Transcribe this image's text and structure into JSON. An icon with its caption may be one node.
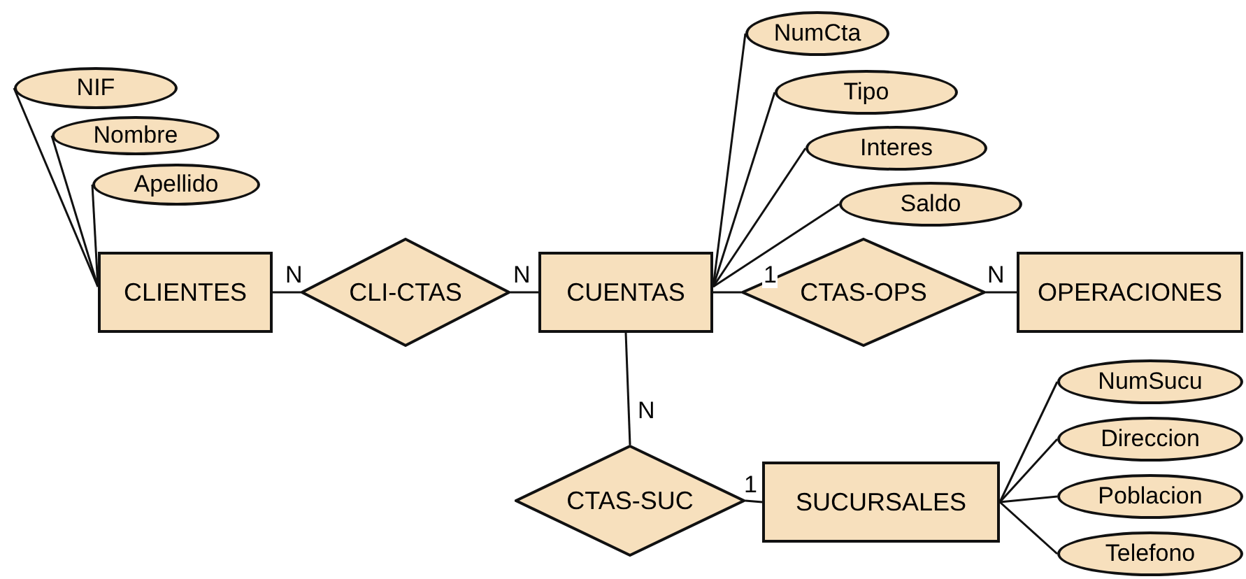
{
  "diagram": {
    "nodes": [
      {
        "text": [
          "NIF"
        ]
      },
      {
        "text": [
          "Nombre"
        ]
      },
      {
        "text": [
          "Apellido"
        ]
      },
      {
        "text": [
          "CLIENTES"
        ]
      },
      {
        "text": [
          "CLI-CTAS"
        ]
      },
      {
        "text": [
          "CUENTAS"
        ]
      },
      {
        "text": [
          "CTAS-OPS"
        ]
      },
      {
        "text": [
          "OPERACIONES"
        ]
      },
      {
        "text": [
          "NumCta"
        ]
      },
      {
        "text": [
          "Tipo"
        ]
      },
      {
        "text": [
          "Interes"
        ]
      },
      {
        "text": [
          "Saldo"
        ]
      },
      {
        "text": [
          "CTAS-SUC"
        ]
      },
      {
        "text": [
          "SUCURSALES"
        ]
      },
      {
        "text": [
          "NumSucu"
        ]
      },
      {
        "text": [
          "Direccion"
        ]
      },
      {
        "text": [
          "Poblacion"
        ]
      },
      {
        "text": [
          "Telefono"
        ]
      }
    ],
    "edges": [
      {
        "from": 3,
        "to": 4,
        "arrow": "none",
        "label": "N"
      },
      {
        "from": 4,
        "to": 5,
        "arrow": "none",
        "label": "N"
      },
      {
        "from": 5,
        "to": 6,
        "arrow": "none",
        "label": "1"
      },
      {
        "from": 6,
        "to": 7,
        "arrow": "none",
        "label": "N"
      },
      {
        "from": 5,
        "to": 12,
        "arrow": "none",
        "label": "N"
      },
      {
        "from": 12,
        "to": 13,
        "arrow": "none",
        "label": "1"
      },
      {
        "from": 0,
        "to": 3,
        "arrow": "none"
      },
      {
        "from": 1,
        "to": 3,
        "arrow": "none"
      },
      {
        "from": 2,
        "to": 3,
        "arrow": "none"
      },
      {
        "from": 8,
        "to": 5,
        "arrow": "none"
      },
      {
        "from": 9,
        "to": 5,
        "arrow": "none"
      },
      {
        "from": 10,
        "to": 5,
        "arrow": "none"
      },
      {
        "from": 11,
        "to": 5,
        "arrow": "none"
      },
      {
        "from": 13,
        "to": 14,
        "arrow": "none"
      },
      {
        "from": 13,
        "to": 15,
        "arrow": "none"
      },
      {
        "from": 13,
        "to": 16,
        "arrow": "none"
      },
      {
        "from": 13,
        "to": 17,
        "arrow": "none"
      }
    ]
  }
}
